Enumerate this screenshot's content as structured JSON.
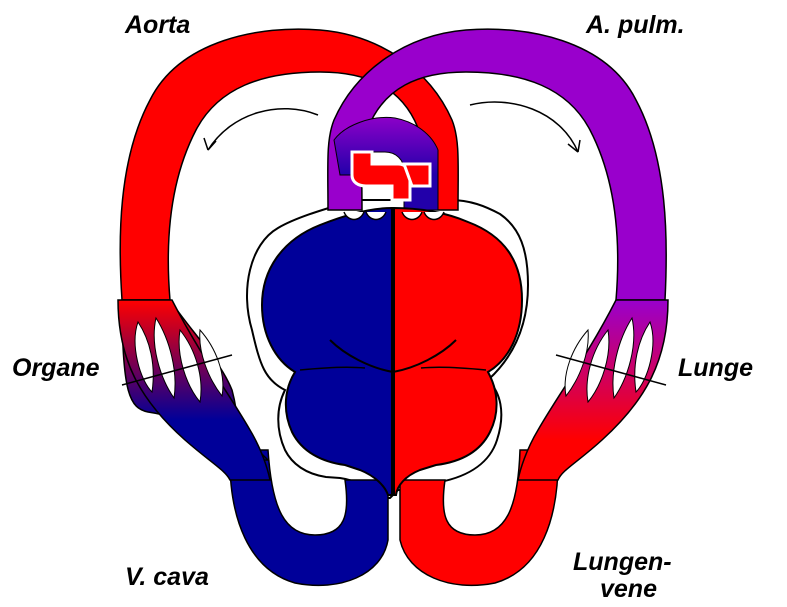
{
  "labels": {
    "aorta": "Aorta",
    "a_pulm": "A. pulm.",
    "organe": "Organe",
    "lunge": "Lunge",
    "v_cava": "V. cava",
    "lungenvene_line1": "Lungen-",
    "lungenvene_line2": "vene"
  },
  "colors": {
    "oxygenated": "#ff0000",
    "deoxygenated": "#000099",
    "pulmonary_artery": "#9900cc",
    "outline": "#000000",
    "background": "#ffffff"
  },
  "icons": [
    "flow-arrow-left",
    "flow-arrow-right"
  ]
}
